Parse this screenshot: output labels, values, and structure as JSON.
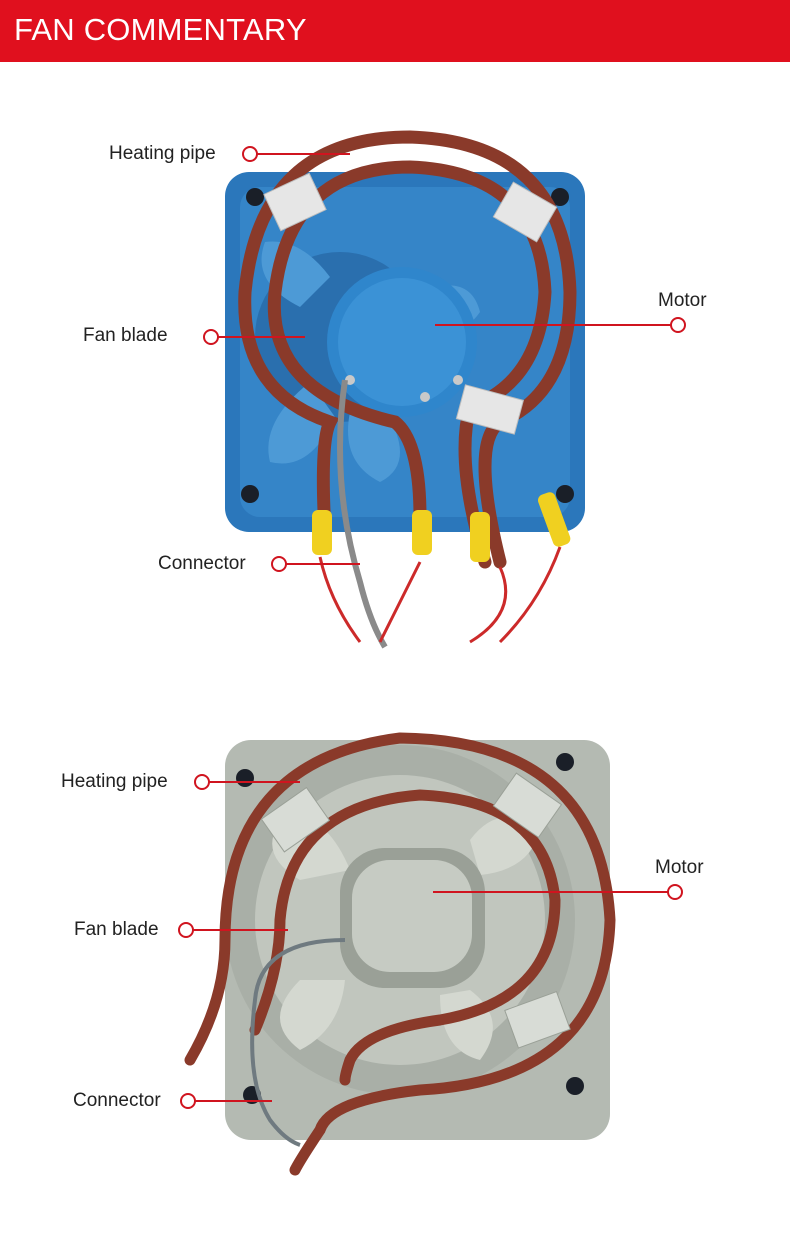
{
  "header": {
    "title": "FAN COMMENTARY",
    "background_color": "#e0101e"
  },
  "figures": [
    {
      "name": "blue-fan",
      "labels": {
        "heating_pipe": "Heating pipe",
        "motor": "Motor",
        "fan_blade": "Fan blade",
        "connector": "Connector"
      }
    },
    {
      "name": "gray-fan",
      "labels": {
        "heating_pipe": "Heating pipe",
        "motor": "Motor",
        "fan_blade": "Fan blade",
        "connector": "Connector"
      }
    }
  ],
  "colors": {
    "callout_line": "#d0141f",
    "blue_fan_body": "#2f7fc4",
    "gray_fan_body": "#b6bcb4",
    "heating_pipe": "#8a3a2a",
    "insulation_yellow": "#f0d020"
  }
}
